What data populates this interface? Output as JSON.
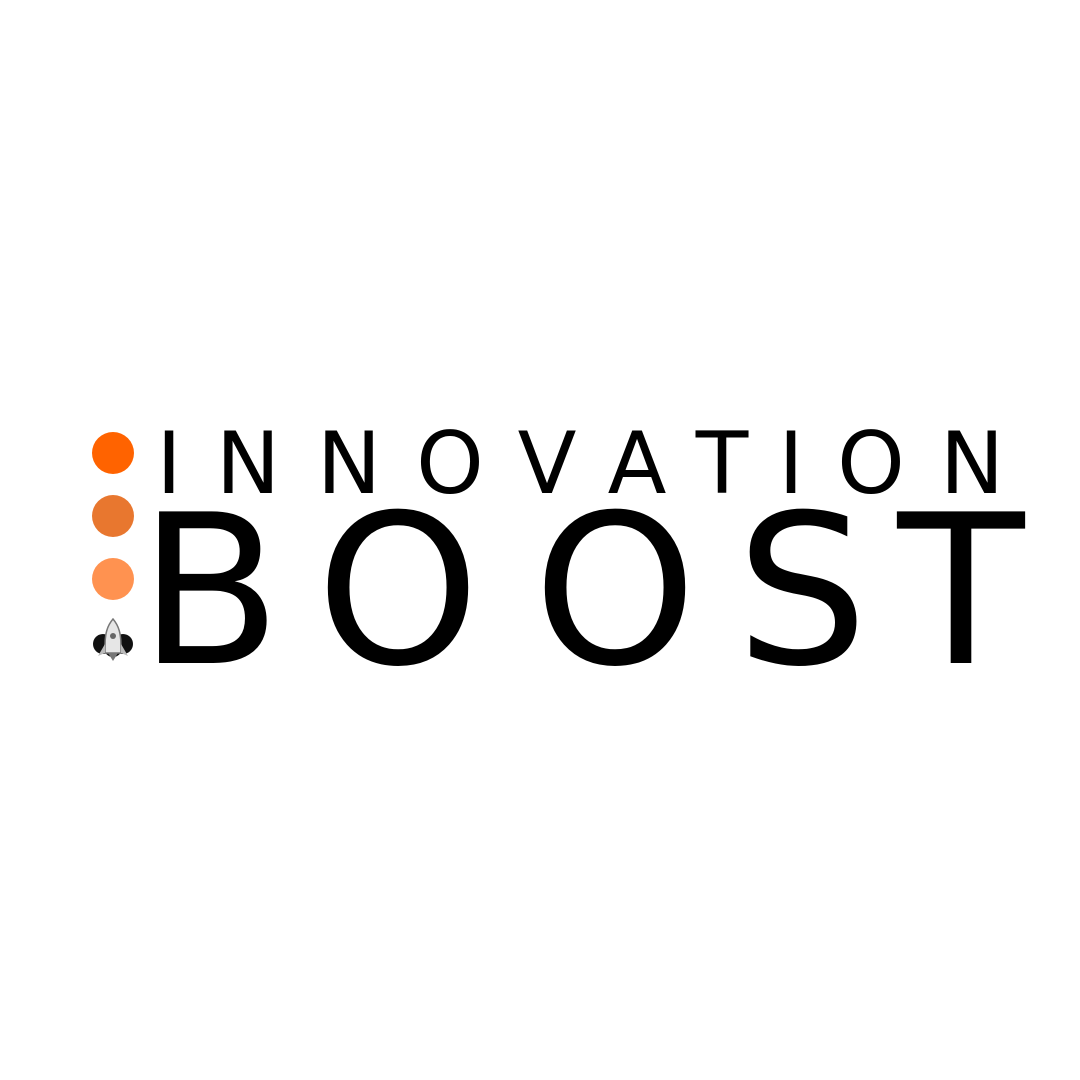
{
  "logo": {
    "line1": [
      "I",
      "N",
      "N",
      "O",
      "V",
      "A",
      "T",
      "I",
      "O",
      "N"
    ],
    "line2": [
      "B",
      "O",
      "O",
      "S",
      "T"
    ],
    "dot_colors": [
      "#FF6300",
      "#E8772F",
      "#FF9250"
    ],
    "rocket_icon": "rocket-icon"
  }
}
